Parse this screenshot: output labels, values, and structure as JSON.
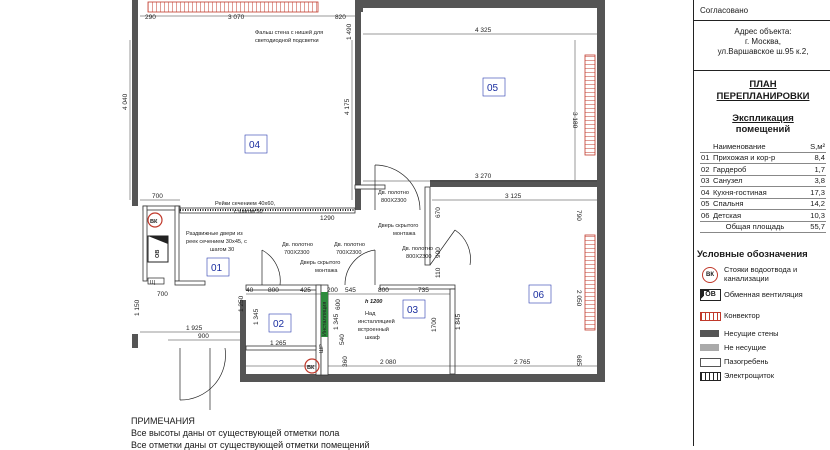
{
  "panel": {
    "agreed": "Согласовано",
    "address_label": "Адрес объекта:",
    "address_city": "г. Москва,",
    "address_street": "ул.Варшавское ш.95 к.2,",
    "title_1": "ПЛАН",
    "title_2": "ПЕРЕПЛАНИРОВКИ",
    "expl_1": "Экспликация",
    "expl_2": "помещений",
    "col_name": "Наименование",
    "col_area": "S,м²",
    "rooms": [
      {
        "num": "01",
        "name": "Прихожая и кор-р",
        "area": "8,4"
      },
      {
        "num": "02",
        "name": "Гардероб",
        "area": "1,7"
      },
      {
        "num": "03",
        "name": "Санузел",
        "area": "3,8"
      },
      {
        "num": "04",
        "name": "Кухня-гостиная",
        "area": "17,3"
      },
      {
        "num": "05",
        "name": "Спальня",
        "area": "14,2"
      },
      {
        "num": "06",
        "name": "Детская",
        "area": "10,3"
      }
    ],
    "total_label": "Общая площадь",
    "total_area": "55,7",
    "legend_title": "Условные обозначения",
    "legend": {
      "vk_symbol": "ВК",
      "vk_text_1": "Стояки водоотвода и",
      "vk_text_2": "канализации",
      "ov_symbol": "ОВ",
      "ov_text": "Обменная вентиляция",
      "convector": "Конвектор",
      "bearing": "Несущие стены",
      "nonbearing": "Не несущие",
      "groove": "Пазогребень",
      "shield": "Электрощиток"
    }
  },
  "notes": {
    "title": "ПРИМЕЧАНИЯ",
    "line1": "Все высоты даны от существующей отметки пола",
    "line2": "Все отметки даны от существующей отметки помещений"
  },
  "plan": {
    "rooms": {
      "r01": "01",
      "r02": "02",
      "r03": "03",
      "r04": "04",
      "r05": "05",
      "r06": "06"
    },
    "dims": {
      "d290": "290",
      "d3070": "3 070",
      "d820": "820",
      "d4325": "4 325",
      "d4040": "4 040",
      "d4175": "4 175",
      "d3180": "3 180",
      "d1490": "1 490",
      "d3270": "3 270",
      "d3125": "3 125",
      "d700a": "700",
      "d1290": "1290",
      "d670": "670",
      "d790": "790",
      "d2050": "2 050",
      "d800a": "800",
      "d425": "425",
      "d200": "200",
      "d545": "545",
      "d800b": "800",
      "d735": "735",
      "d1250": "1 250",
      "d1345a": "1 345",
      "d1345b": "1 345",
      "d1265": "1 265",
      "d1700": "1700",
      "d1845": "1 845",
      "d1150": "1 150",
      "d1925": "1 925",
      "d900a": "900",
      "d700b": "700",
      "d685": "685",
      "d2080": "2 080",
      "d2765": "2 765",
      "d360": "360",
      "d540": "540",
      "d600": "600",
      "d110": "110",
      "d900b": "900",
      "d40": "40"
    },
    "labels": {
      "false_wall_1": "Фальш стена с нишей для",
      "false_wall_2": "светодиодной подсветки",
      "rails_1": "Рейки сечением 40х60,",
      "rails_2": "с шагом 50",
      "door_a_1": "Дв. полотно",
      "door_a_2": "800Х2300",
      "hidden_door_1": "Дверь скрытого",
      "hidden_door_2": "монтажа",
      "door_b_1": "Дв. полотно",
      "door_b_2": "800Х2300",
      "sliding_1": "Раздвижные двери из",
      "sliding_2": "реек сечением 30х45, с",
      "sliding_3": "шагом 30",
      "door_c_1": "Дв. полотно",
      "door_c_2": "700Х2300",
      "door_d_1": "Дв. полотно",
      "door_d_2": "700Х2300",
      "hidden2_1": "Дверь скрытого",
      "hidden2_2": "монтажа",
      "height": "h 1200",
      "above_1": "Над",
      "above_2": "инсталляцией",
      "above_3": "встроенный",
      "above_4": "шкаф",
      "install": "Инсталляция",
      "shr": "ШР",
      "vk1": "ВК",
      "vk2": "ВК",
      "ov": "ОВ",
      "shch": "Щ"
    }
  }
}
